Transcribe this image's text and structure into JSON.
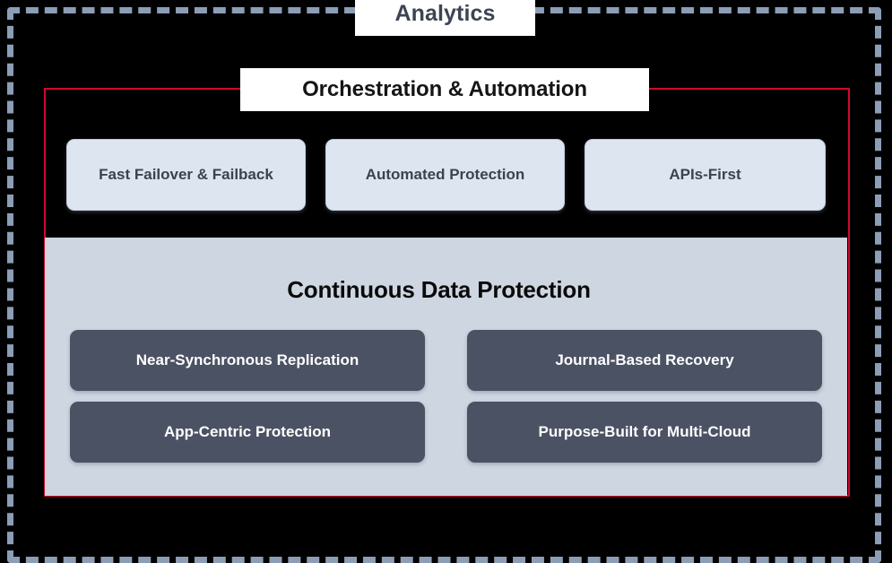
{
  "diagram": {
    "type": "nested-layered-architecture",
    "background_color": "#000000",
    "outer_layer": {
      "label": "Analytics",
      "border_style": "dashed",
      "border_color": "#8c9db6",
      "label_background": "#ffffff",
      "label_text_color": "#3d4452"
    },
    "middle_layer": {
      "label": "Orchestration & Automation",
      "border_style": "solid",
      "border_color": "#cf0a2c",
      "label_background": "#ffffff",
      "label_text_color": "#151515",
      "items": [
        {
          "label": "Fast Failover & Failback"
        },
        {
          "label": "Automated Protection"
        },
        {
          "label": "APIs-First"
        }
      ],
      "item_fill_color": "#dde6f0",
      "item_border_color": "#c3ccd9",
      "item_text_color": "#3c4250"
    },
    "inner_layer": {
      "title": "Continuous Data Protection",
      "panel_color": "#ced6e1",
      "title_text_color": "#0a0a0a",
      "items": [
        {
          "label": "Near-Synchronous Replication"
        },
        {
          "label": "Journal-Based Recovery"
        },
        {
          "label": "App-Centric Protection"
        },
        {
          "label": "Purpose-Built for Multi-Cloud"
        }
      ],
      "item_fill_color": "#4b5263",
      "item_text_color": "#ffffff"
    }
  }
}
